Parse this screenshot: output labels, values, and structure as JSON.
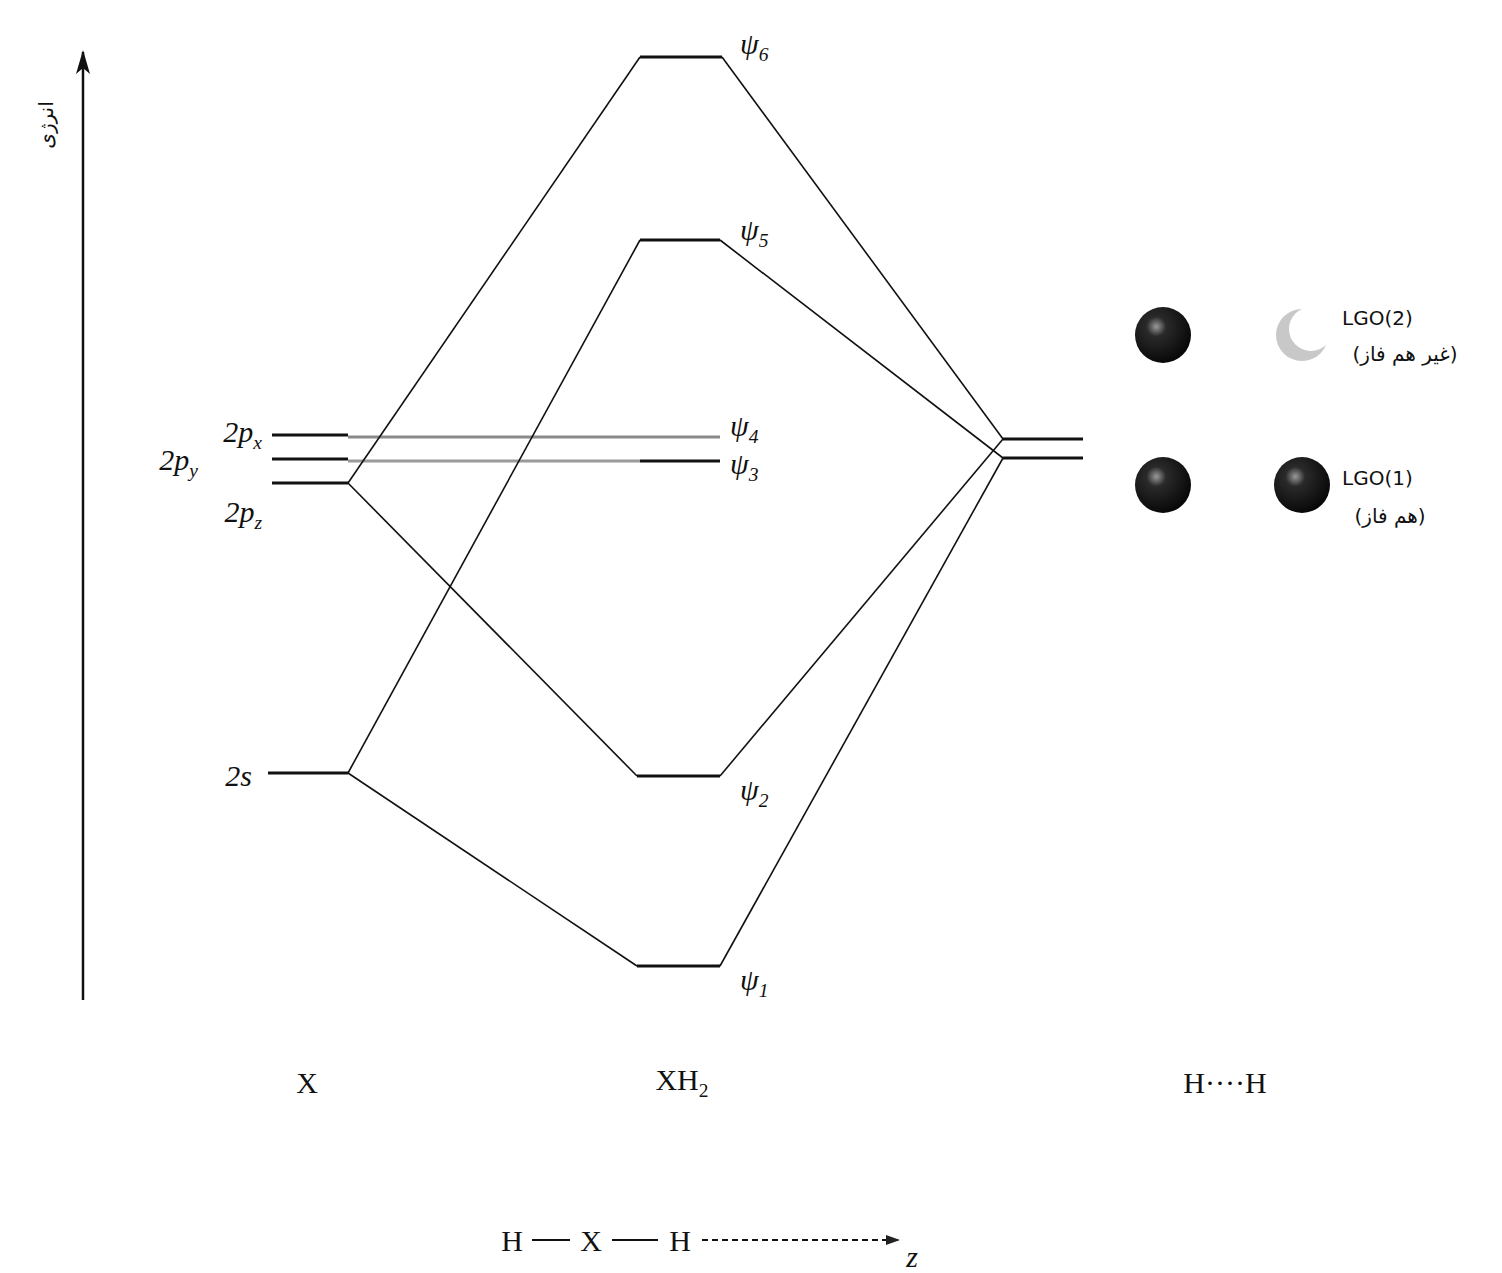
{
  "diagram": {
    "labels": [
      "انرژی",
      "2px",
      "2py",
      "2pz",
      "2s",
      "ψ6",
      "ψ5",
      "ψ4",
      "ψ3",
      "ψ2",
      "ψ1",
      "LGO(2)",
      "(غیر هم فاز)",
      "LGO(1)",
      "(هم فاز)",
      "X",
      "XH2",
      "H····H",
      "H",
      "X",
      "H",
      "z"
    ]
  }
}
